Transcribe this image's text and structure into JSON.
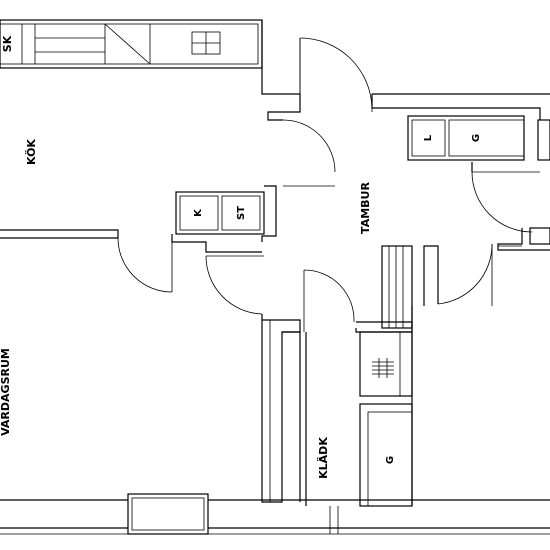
{
  "floor_plan": {
    "rooms": {
      "kitchen": "KÖK",
      "entry": "TAMBUR",
      "living": "VARDAGSRUM",
      "wardrobe": "KLÄDK"
    },
    "fixtures": {
      "sk": "SK",
      "k": "K",
      "st": "ST",
      "l": "L",
      "g_top": "G",
      "g_bottom": "G"
    }
  }
}
